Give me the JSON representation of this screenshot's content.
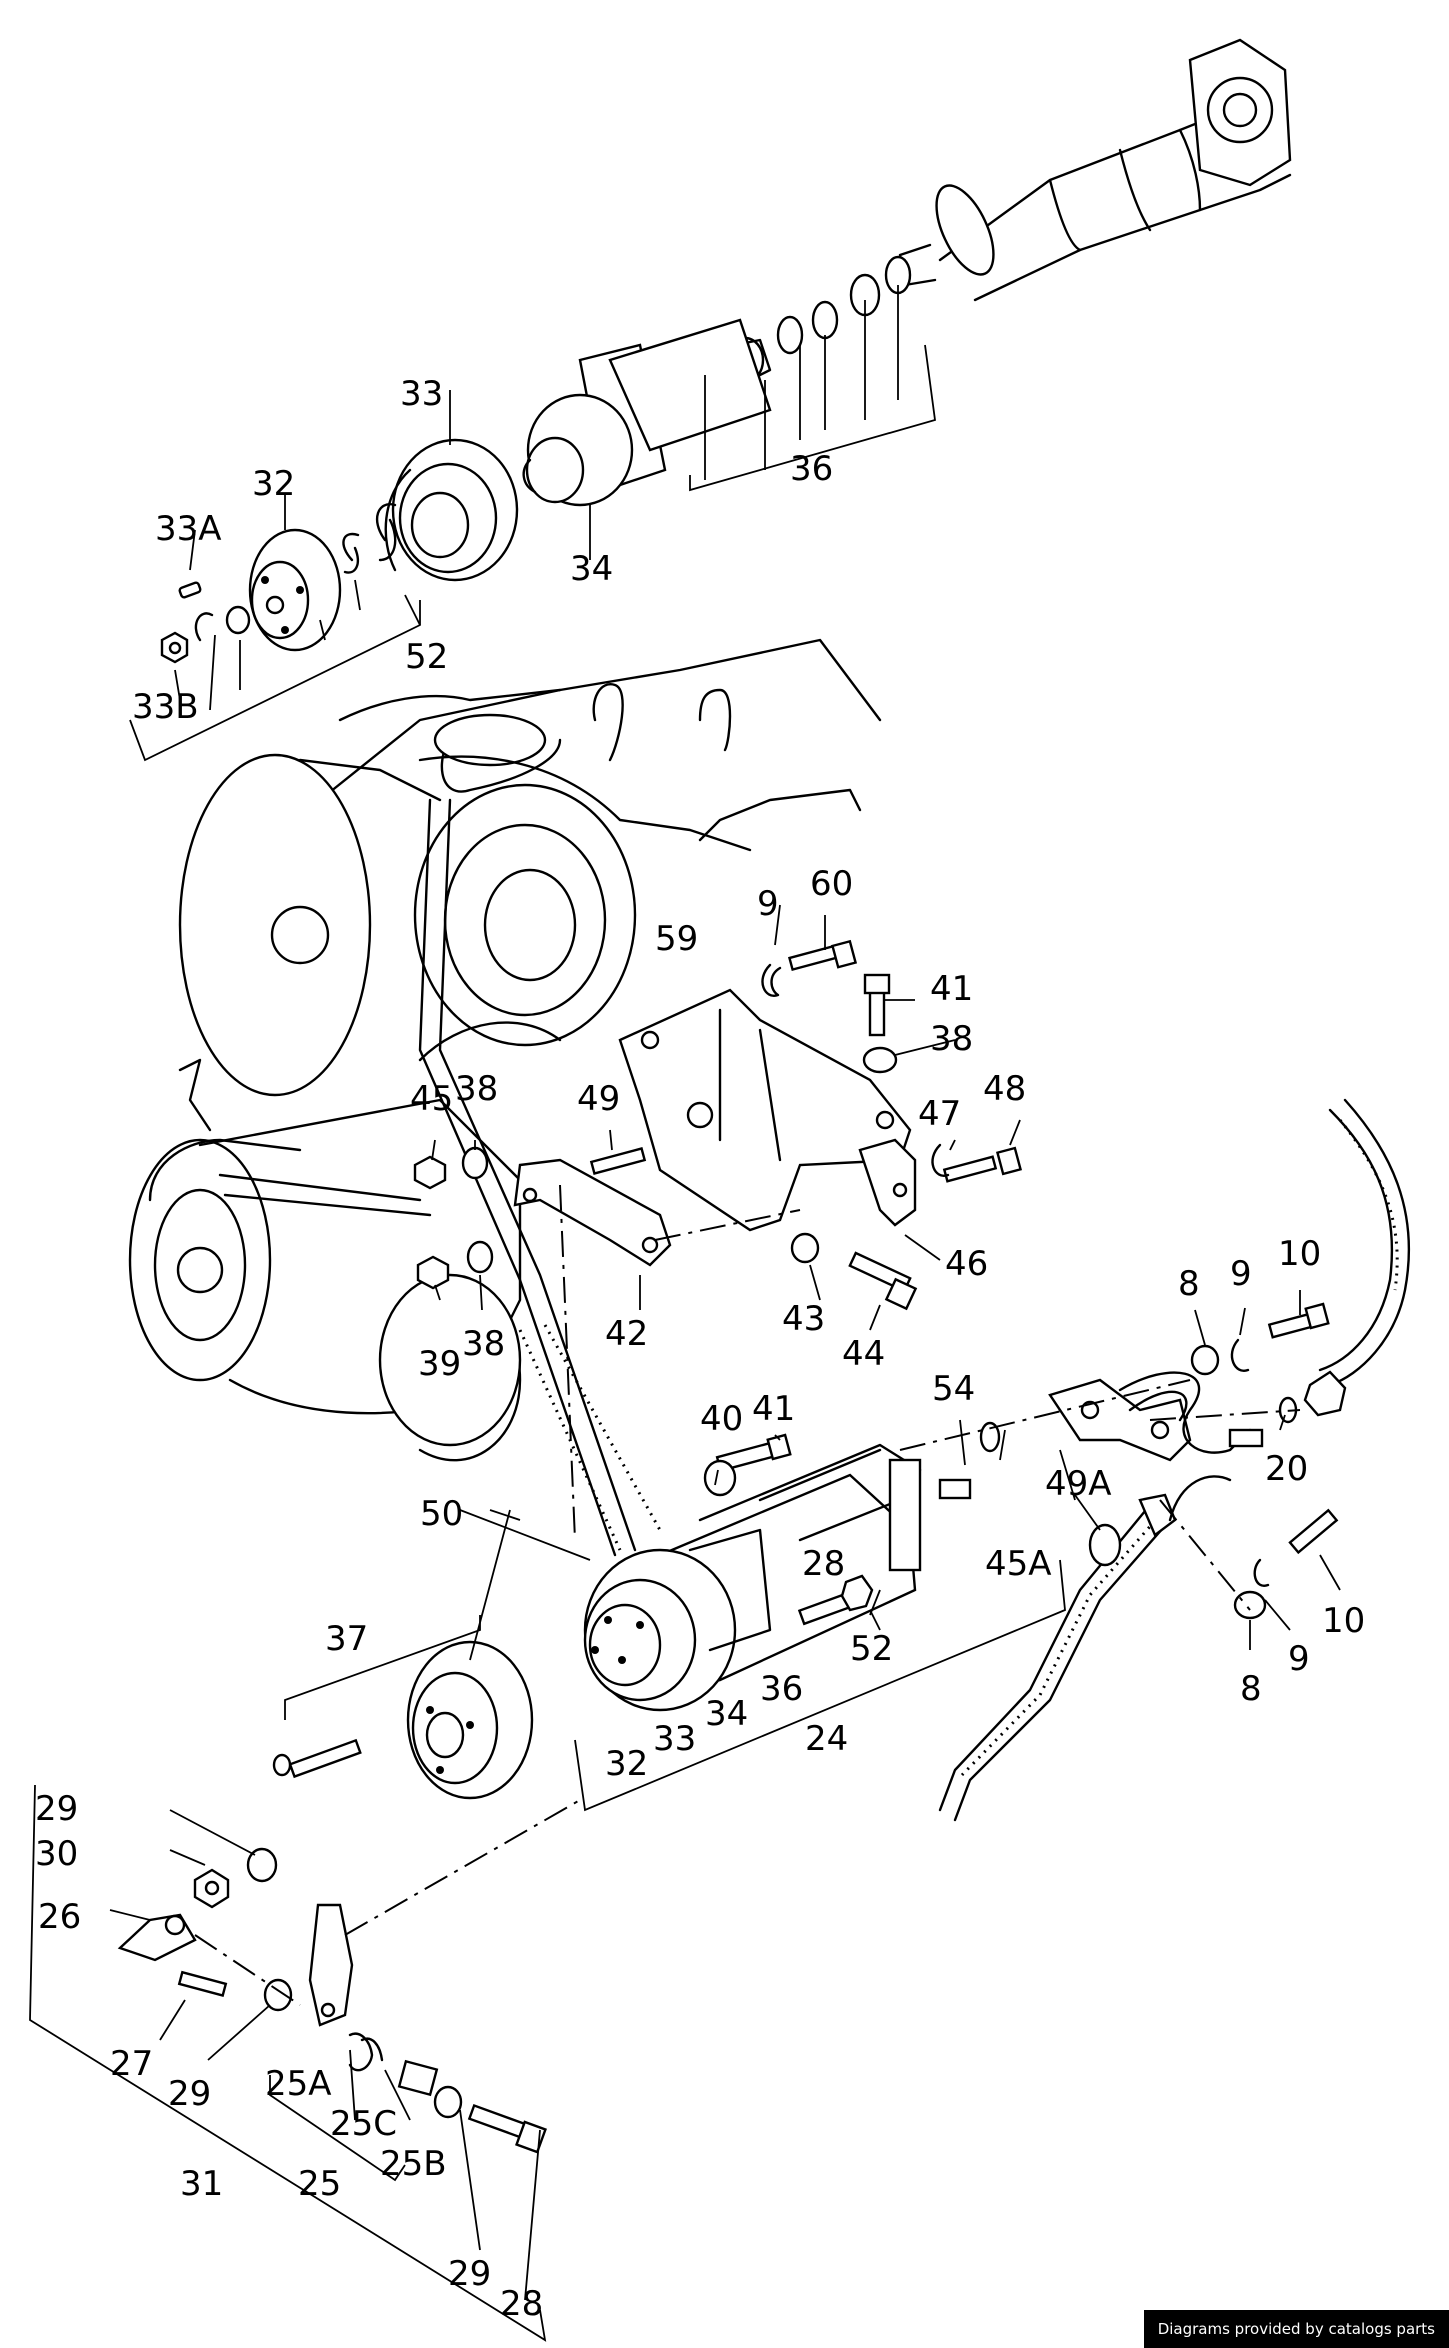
{
  "callouts": {
    "c33a": "33A",
    "c32": "32",
    "c33": "33",
    "c34": "34",
    "c36top": "36",
    "c52top": "52",
    "c33b": "33B",
    "c9a": "9",
    "c60": "60",
    "c59": "59",
    "c41a": "41",
    "c38a": "38",
    "c45": "45",
    "c38b": "38",
    "c49": "49",
    "c47": "47",
    "c48": "48",
    "c46": "46",
    "c42": "42",
    "c43": "43",
    "c44": "44",
    "c39": "39",
    "c38c": "38",
    "c8a": "8",
    "c9b": "9",
    "c10a": "10",
    "c20": "20",
    "c40": "40",
    "c41b": "41",
    "c54": "54",
    "c50": "50",
    "c49a": "49A",
    "c45a": "45A",
    "c28a": "28",
    "c52b": "52",
    "c10b": "10",
    "c8b": "8",
    "c9c": "9",
    "c37": "37",
    "c32b": "32",
    "c33c": "33",
    "c34b": "34",
    "c36b": "36",
    "c24": "24",
    "c29a": "29",
    "c30": "30",
    "c26": "26",
    "c27": "27",
    "c29b": "29",
    "c25a": "25A",
    "c25c": "25C",
    "c25b": "25B",
    "c31": "31",
    "c25": "25",
    "c29c": "29",
    "c28b": "28"
  },
  "watermark": "Diagrams provided by catalogs parts"
}
